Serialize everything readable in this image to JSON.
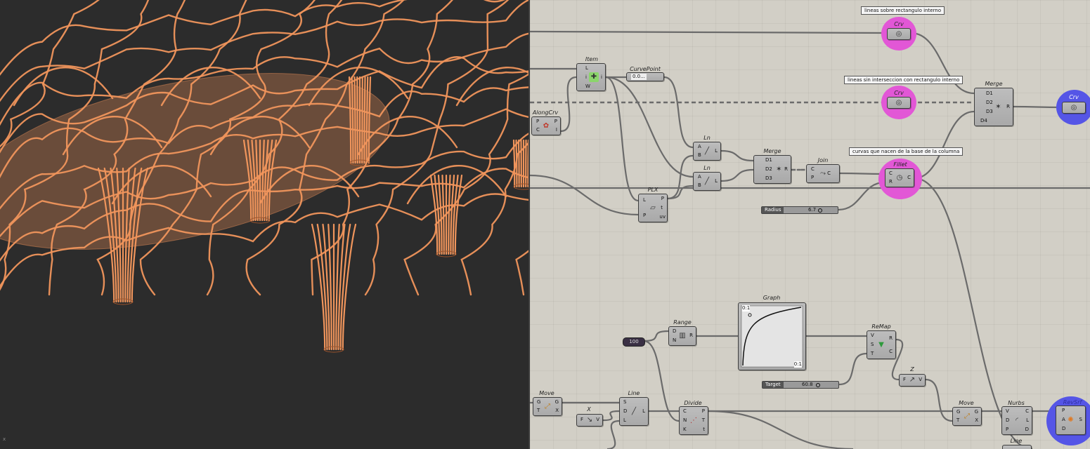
{
  "viewport": {
    "axis_label": "x"
  },
  "canvas": {
    "notes": {
      "n1": "lineas sobre rectangulo interno",
      "n2": "lineas sin interseccion con rectangulo interno",
      "n3": "curvas que nacen de la base de la columna"
    },
    "nodes": {
      "item": {
        "title": "Item",
        "in": [
          "L",
          "i",
          "W"
        ],
        "out": [
          "i"
        ]
      },
      "curvepoint": {
        "title": "CurvePoint",
        "value": "0.0..."
      },
      "alongcrv": {
        "title": "AlongCrv",
        "in": [
          "P",
          "C"
        ],
        "out": [
          "P",
          "I"
        ]
      },
      "ln1": {
        "title": "Ln",
        "in": [
          "A",
          "B"
        ],
        "out": [
          "L"
        ]
      },
      "ln2": {
        "title": "Ln",
        "in": [
          "A",
          "B"
        ],
        "out": [
          "L"
        ]
      },
      "plx": {
        "title": "PLX",
        "in": [
          "L",
          "P"
        ],
        "out": [
          "P",
          "t",
          "uv"
        ]
      },
      "merge1": {
        "title": "Merge",
        "in": [
          "D1",
          "D2",
          "D3"
        ],
        "out": [
          "R"
        ]
      },
      "join": {
        "title": "Join",
        "in": [
          "C",
          "P"
        ],
        "out": [
          "C"
        ]
      },
      "fillet": {
        "title": "Fillet",
        "in": [
          "C",
          "R"
        ],
        "out": [
          "C"
        ]
      },
      "crv1": {
        "title": "Crv"
      },
      "crv2": {
        "title": "Crv"
      },
      "crv3": {
        "title": "Crv"
      },
      "merge2": {
        "title": "Merge",
        "in": [
          "D1",
          "D2",
          "D3",
          "D4"
        ],
        "out": [
          "R"
        ]
      },
      "graph": {
        "title": "Graph",
        "tl": "0:1",
        "br": "0:1"
      },
      "range": {
        "title": "Range",
        "in": [
          "D",
          "N"
        ],
        "out": [
          "R"
        ]
      },
      "remap": {
        "title": "ReMap",
        "in": [
          "V",
          "S",
          "T"
        ],
        "out": [
          "R",
          "C"
        ]
      },
      "z": {
        "title": "Z",
        "in": [
          "F"
        ],
        "out": [
          "V"
        ]
      },
      "move1": {
        "title": "Move",
        "in": [
          "G",
          "T"
        ],
        "out": [
          "G",
          "X"
        ]
      },
      "x": {
        "title": "X",
        "in": [
          "F"
        ],
        "out": [
          "V"
        ]
      },
      "line": {
        "title": "Line",
        "in": [
          "S",
          "D",
          "L"
        ],
        "out": [
          "L"
        ]
      },
      "divide": {
        "title": "Divide",
        "in": [
          "C",
          "N",
          "K"
        ],
        "out": [
          "P",
          "T",
          "t"
        ]
      },
      "move2": {
        "title": "Move",
        "in": [
          "G",
          "T"
        ],
        "out": [
          "G",
          "X"
        ]
      },
      "nurbs": {
        "title": "Nurbs",
        "in": [
          "V",
          "D",
          "P"
        ],
        "out": [
          "C",
          "L",
          "D"
        ]
      },
      "line2": {
        "title": "Line"
      },
      "srf": {
        "title": "RevSrf",
        "in": [
          "P",
          "A",
          "D"
        ],
        "out": [
          "S"
        ]
      }
    },
    "radius": {
      "label": "Radius",
      "value": "6.7"
    },
    "target": {
      "label": "Target",
      "value": "60.8"
    },
    "number": {
      "value": "100"
    },
    "colors": {
      "orange": "#f0955c",
      "pink": "#e257d6",
      "blue": "#5555e6"
    }
  }
}
